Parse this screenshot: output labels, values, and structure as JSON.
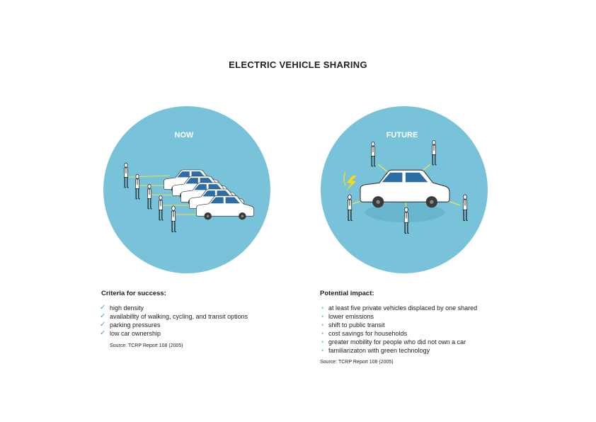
{
  "title": "ELECTRIC VEHICLE SHARING",
  "now_label": "NOW",
  "future_label": "FUTURE",
  "colors": {
    "circle": "#78c3da",
    "accent": "#3a9fd0",
    "ray": "#f4e14a",
    "bolt": "#f3d81c"
  },
  "left_panel": {
    "heading": "Criteria for success:",
    "items": [
      "high density",
      "availability of walking, cycling, and transit options",
      "parking pressures",
      "low car ownership"
    ],
    "source": "Source: TCRP Report 108 (2005)"
  },
  "right_panel": {
    "heading": "Potential impact:",
    "items": [
      "at least five private vehicles displaced by one shared",
      "lower emissions",
      "shift to public transit",
      "cost savings for households",
      "greater mobility for people who did not own a car",
      "familiarizaton with green technology"
    ],
    "source": "Source: TCRP Report 108 (2005)"
  }
}
